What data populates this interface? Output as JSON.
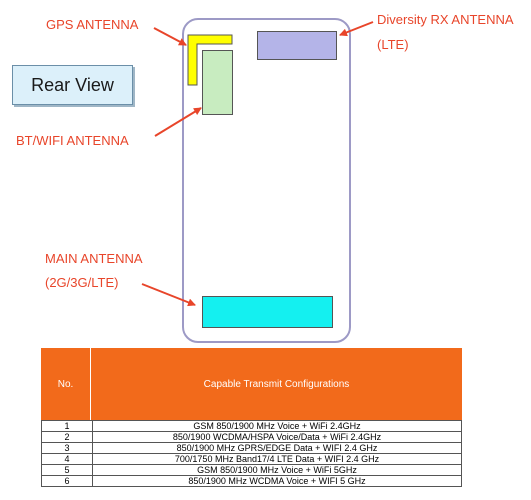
{
  "labels": {
    "gps_antenna": "GPS ANTENNA",
    "diversity_rx_line1": "Diversity RX ANTENNA",
    "diversity_rx_line2": "(LTE)",
    "bt_wifi_antenna": "BT/WIFI ANTENNA",
    "main_antenna_line1": "MAIN ANTENNA",
    "main_antenna_line2": "(2G/3G/LTE)"
  },
  "view_title": "Rear View",
  "colors": {
    "label_red": "#e8452a",
    "gps_yellow": "#ffff00",
    "diversity_lavender": "#b4b4e8",
    "btwifi_green": "#c8ecc0",
    "main_cyan": "#14f0f0",
    "header_orange": "#f26a1b",
    "phone_outline": "#9d9ac6"
  },
  "table": {
    "header_no": "No.",
    "header_desc": "Capable Transmit Configurations",
    "rows": [
      {
        "no": "1",
        "desc": "GSM 850/1900 MHz Voice + WiFi 2.4GHz"
      },
      {
        "no": "2",
        "desc": "850/1900 WCDMA/HSPA Voice/Data + WiFi 2.4GHz"
      },
      {
        "no": "3",
        "desc": "850/1900 MHz GPRS/EDGE Data + WIFI 2.4 GHz"
      },
      {
        "no": "4",
        "desc": "700/1750 MHz Band17/4 LTE Data + WIFI 2.4 GHz"
      },
      {
        "no": "5",
        "desc": "GSM 850/1900 MHz Voice + WiFi 5GHz"
      },
      {
        "no": "6",
        "desc": "850/1900 MHz WCDMA Voice + WIFI 5 GHz"
      }
    ]
  }
}
